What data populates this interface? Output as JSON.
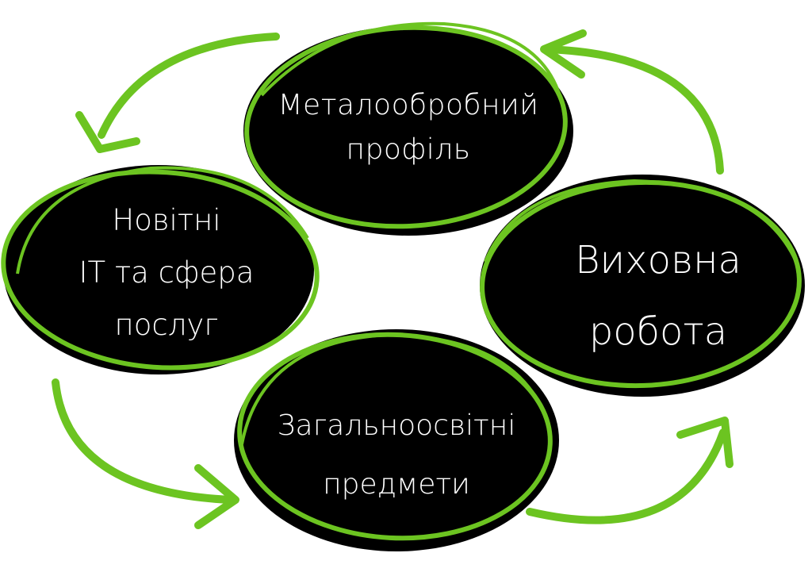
{
  "diagram": {
    "nodes": {
      "metal": {
        "label": "Металообробний\nпрофіль"
      },
      "it": {
        "label": "Новітні\nІТ та сфера\nпослуг"
      },
      "vykh": {
        "label": "Виховна\nробота"
      },
      "zah": {
        "label": "Загальноосвітні\nпредмети"
      }
    },
    "colors": {
      "fill": "#000000",
      "outline": "#6cc421",
      "arrow": "#6cc421",
      "text": "#ffffff",
      "background": "#ffffff"
    }
  }
}
